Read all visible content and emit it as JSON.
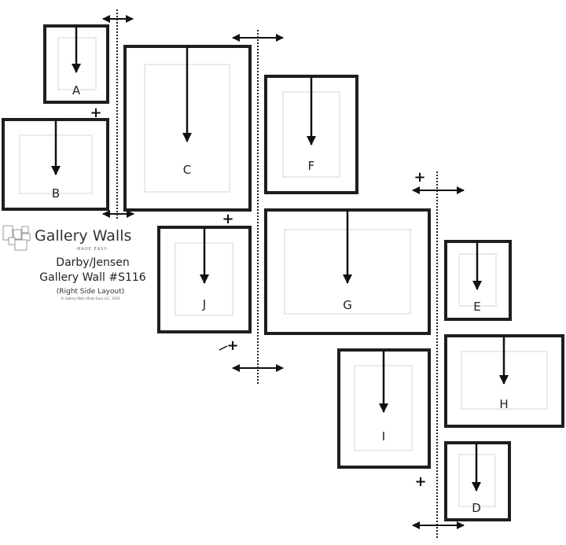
{
  "frames": {
    "A": "A",
    "B": "B",
    "C": "C",
    "D": "D",
    "E": "E",
    "F": "F",
    "G": "G",
    "H": "H",
    "I": "I",
    "J": "J"
  },
  "logo": {
    "brand": "Gallery Walls",
    "tagline": "-MADE EASY-",
    "title_line1": "Darby/Jensen",
    "title_line2": "Gallery Wall #S116",
    "subtitle": "(Right Side Layout)",
    "copyright": "© Gallery Walls Made Easy LLC. 2024"
  },
  "markers": {
    "plus": "+"
  }
}
